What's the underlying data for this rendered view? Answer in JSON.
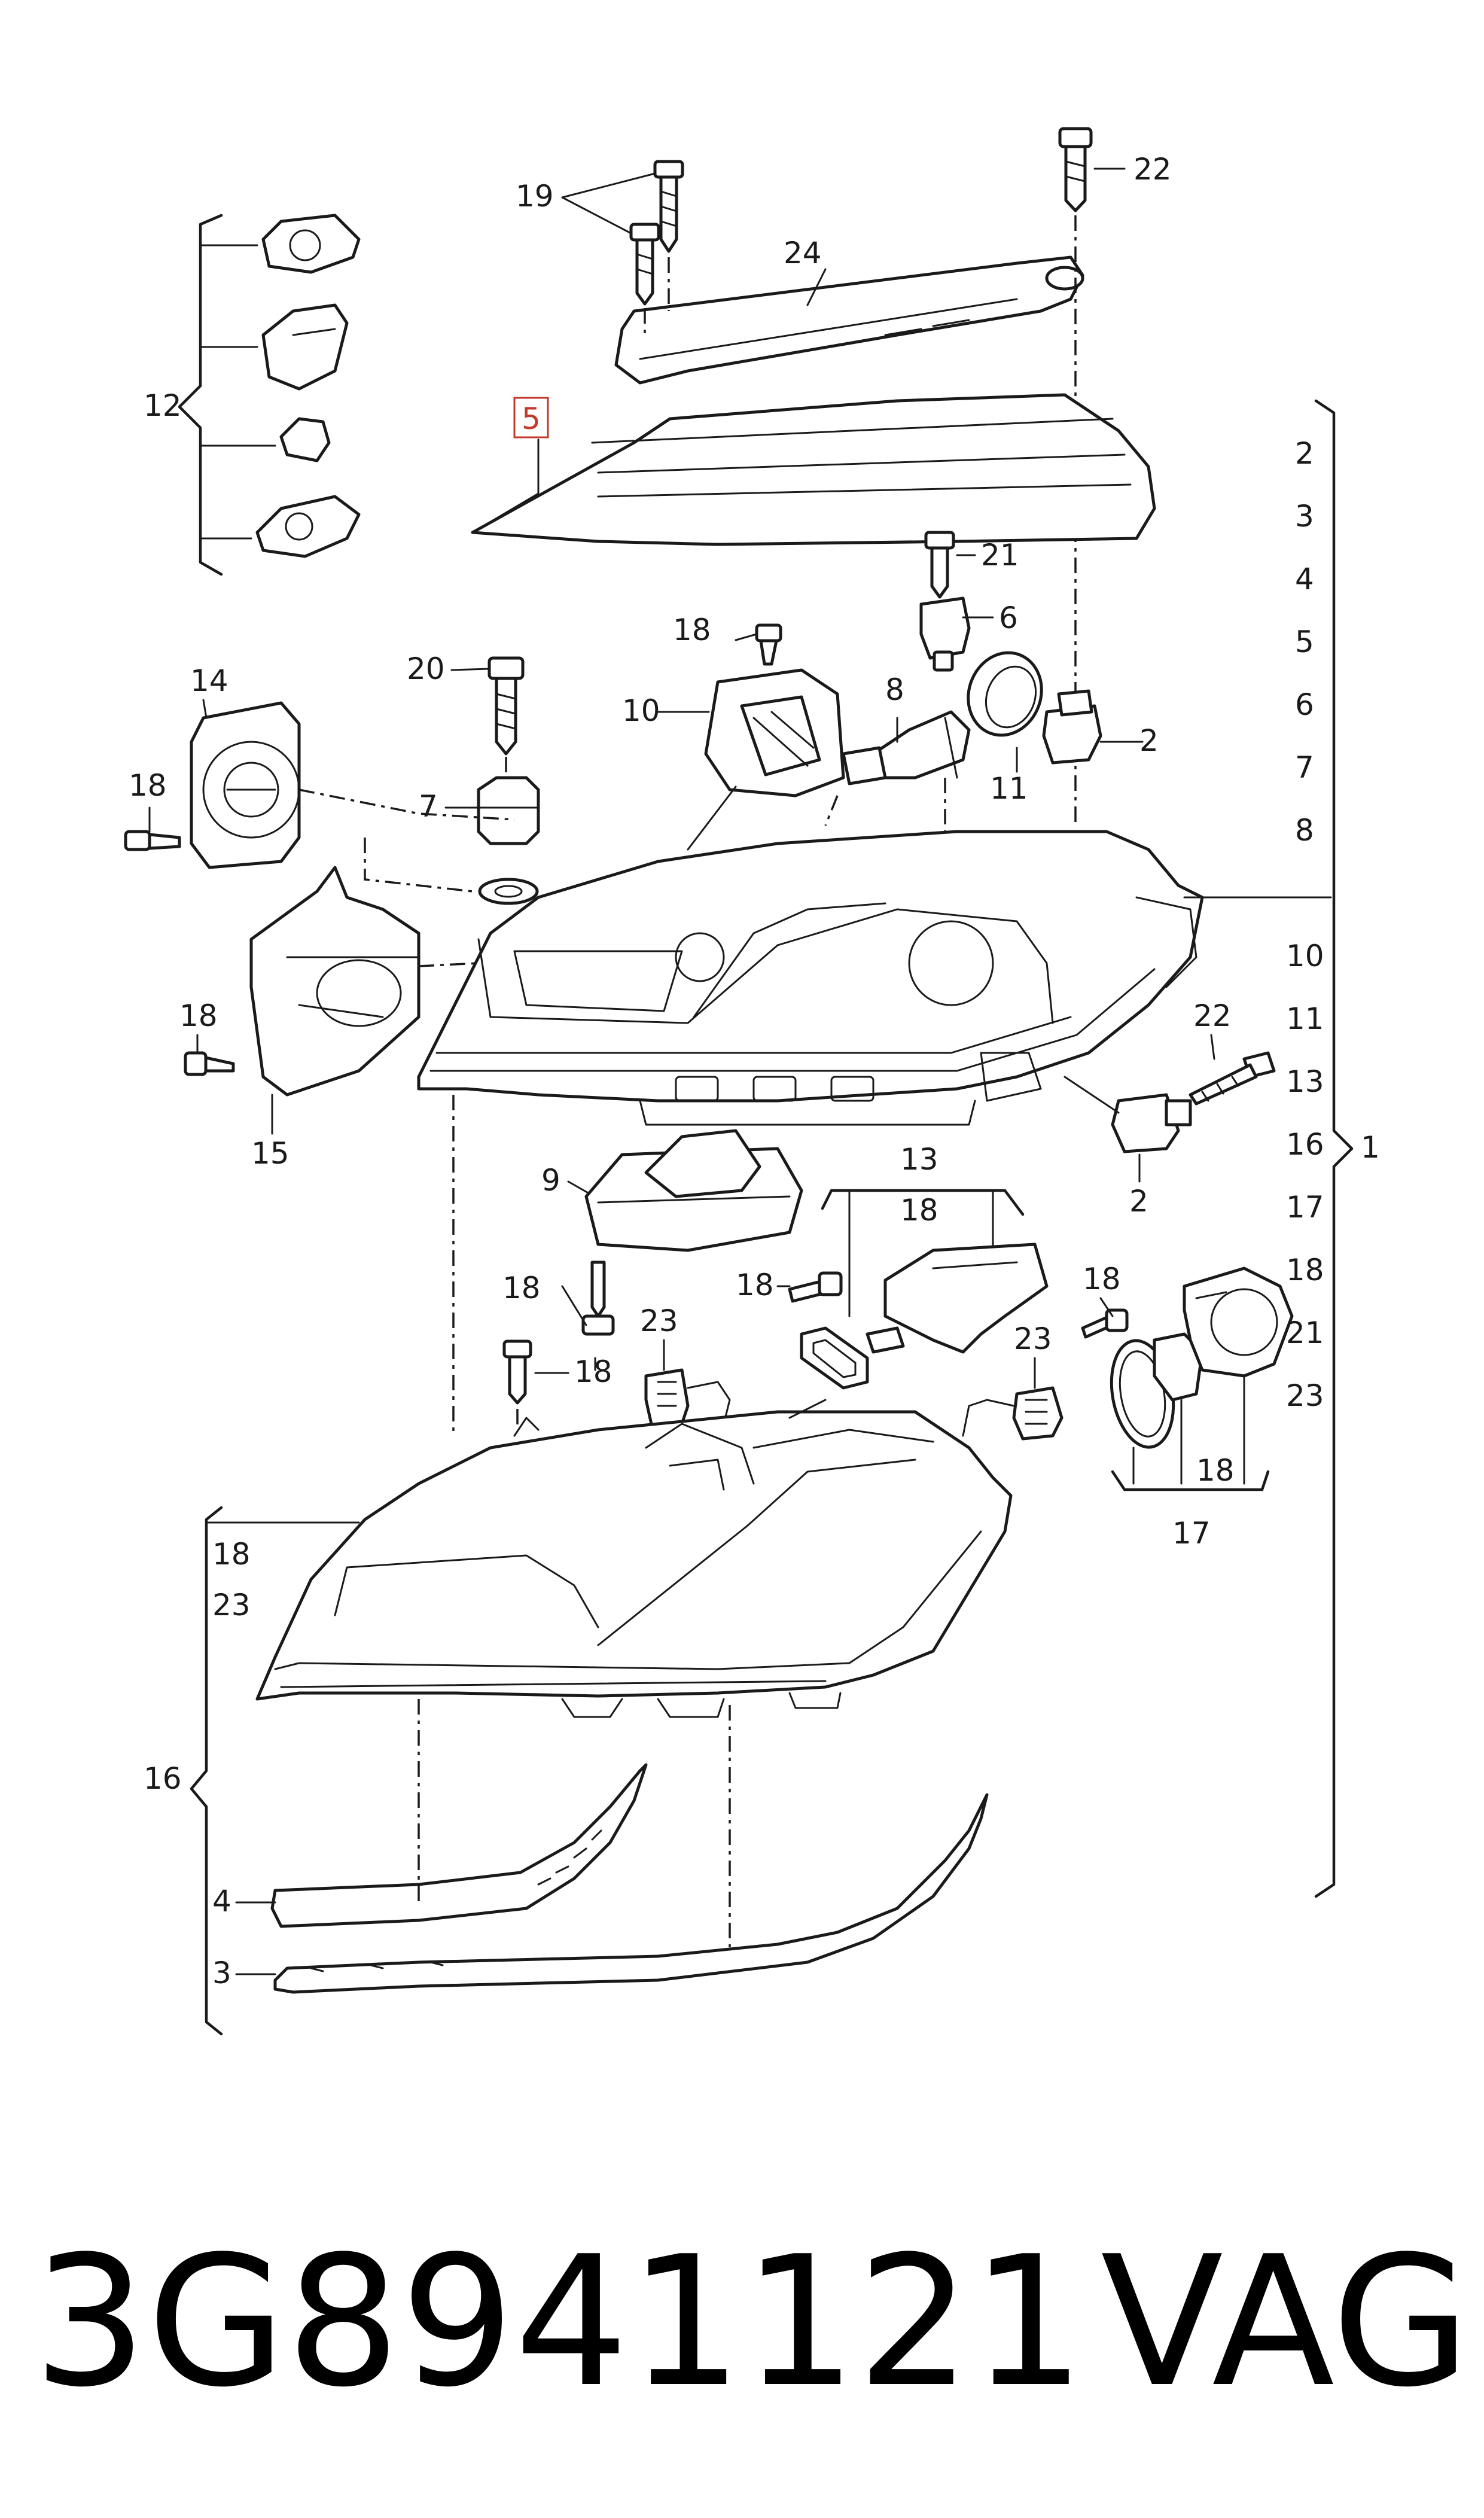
{
  "callouts": {
    "c19": "19",
    "c22_top": "22",
    "c24": "24",
    "c12": "12",
    "c5": "5",
    "c21": "21",
    "c6": "6",
    "c18_a": "18",
    "c20": "20",
    "c10": "10",
    "c8": "8",
    "c11": "11",
    "c2_a": "2",
    "c14": "14",
    "c18_b": "18",
    "c7": "7",
    "c18_c": "18",
    "c15": "15",
    "c22_mid": "22",
    "c2_b": "2",
    "c9": "9",
    "c13": "13",
    "c18_d": "18",
    "c18_e": "18",
    "c18_f": "18",
    "c18_g": "18",
    "c23_a": "23",
    "c23_b": "23",
    "c18_h": "18",
    "c18_i": "18",
    "c17": "17",
    "c16_left": "16",
    "c18_left": "18",
    "c23_left": "23",
    "c4": "4",
    "c3": "3",
    "c1": "1"
  },
  "right_list": [
    "2",
    "3",
    "4",
    "5",
    "6",
    "7",
    "8",
    "10",
    "11",
    "13",
    "16",
    "17",
    "18",
    "21",
    "23"
  ],
  "part_number": "3G8941121",
  "brand": "VAG",
  "colors": {
    "ink": "#1a1a1a",
    "highlight": "#c0392b",
    "caption": "#000000"
  }
}
